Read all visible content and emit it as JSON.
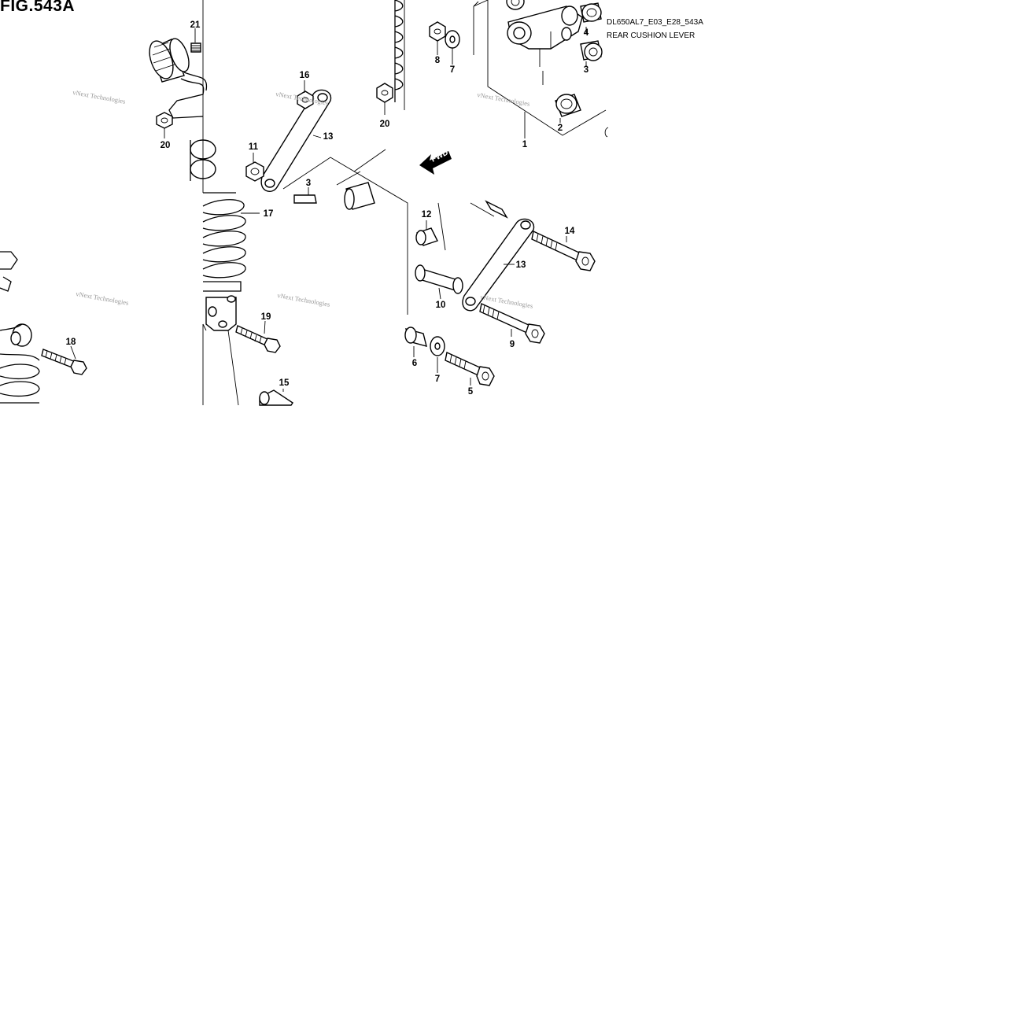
{
  "figure": {
    "title": "FIG.543A",
    "drawing_code": "DL650AL7_E03_E28_543A",
    "name": "REAR CUSHION LEVER"
  },
  "direction_marker": "FWD",
  "watermark": "vNext Technologies",
  "callouts": [
    "1",
    "2",
    "3",
    "4",
    "3",
    "5",
    "6",
    "7",
    "7",
    "8",
    "9",
    "10",
    "11",
    "12",
    "13",
    "13",
    "14",
    "15",
    "16",
    "17",
    "18",
    "19",
    "20",
    "20",
    "21"
  ]
}
